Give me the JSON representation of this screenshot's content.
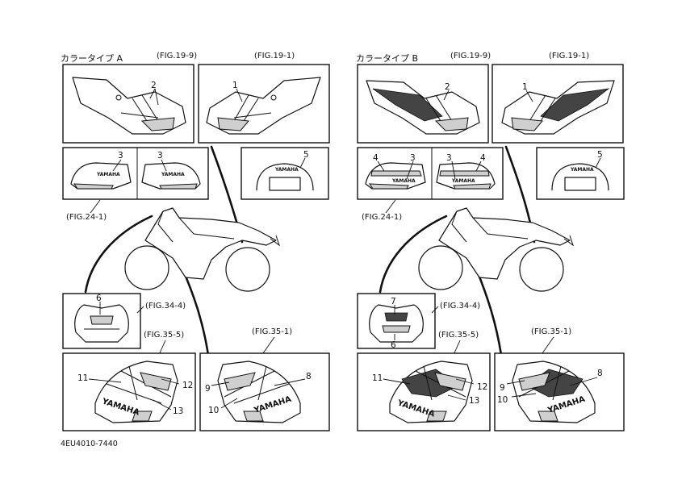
{
  "panels": {
    "A": {
      "heading": "カラータイプ A"
    },
    "B": {
      "heading": "カラータイプ B"
    }
  },
  "fig_refs": {
    "side_cowl_left": "(FIG.19-9)",
    "side_cowl_right": "(FIG.19-1)",
    "fuel_tank": "(FIG.24-1)",
    "meter_panel": "(FIG.34-4)",
    "under_cowl_left": "(FIG.35-5)",
    "under_cowl_right": "(FIG.35-1)"
  },
  "labels": {
    "n1": "1",
    "n2": "2",
    "n3": "3",
    "n4": "4",
    "n5": "5",
    "n6": "6",
    "n7": "7",
    "n8": "8",
    "n9": "9",
    "n10": "10",
    "n11": "11",
    "n12": "12",
    "n13": "13"
  },
  "brand_text": "YAMAHA",
  "drawing_code": "4EU4010-7440"
}
